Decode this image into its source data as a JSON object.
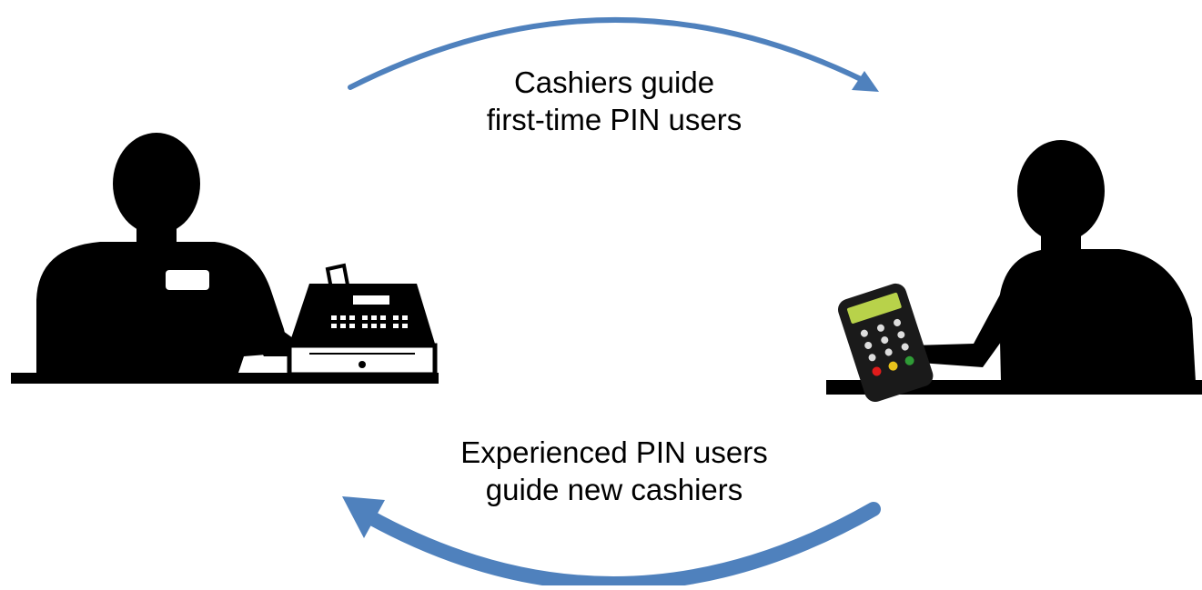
{
  "captions": {
    "top": {
      "line1": "Cashiers guide",
      "line2": "first-time PIN users"
    },
    "bottom": {
      "line1": "Experienced PIN users",
      "line2": "guide new cashiers"
    }
  },
  "figures": {
    "left": {
      "role": "cashier",
      "icon": "cash-register-icon"
    },
    "right": {
      "role": "customer",
      "icon": "pin-pad-icon"
    }
  },
  "arrows": {
    "top": {
      "direction": "left-to-right"
    },
    "bottom": {
      "direction": "right-to-left"
    }
  },
  "colors": {
    "arrow": "#4f81bd",
    "silhouette": "#000000",
    "pinpad_screen": "#b8d24a",
    "pinpad_keys_red": "#e01b1b",
    "pinpad_keys_yellow": "#e8c21b",
    "pinpad_keys_green": "#2f9b36"
  }
}
